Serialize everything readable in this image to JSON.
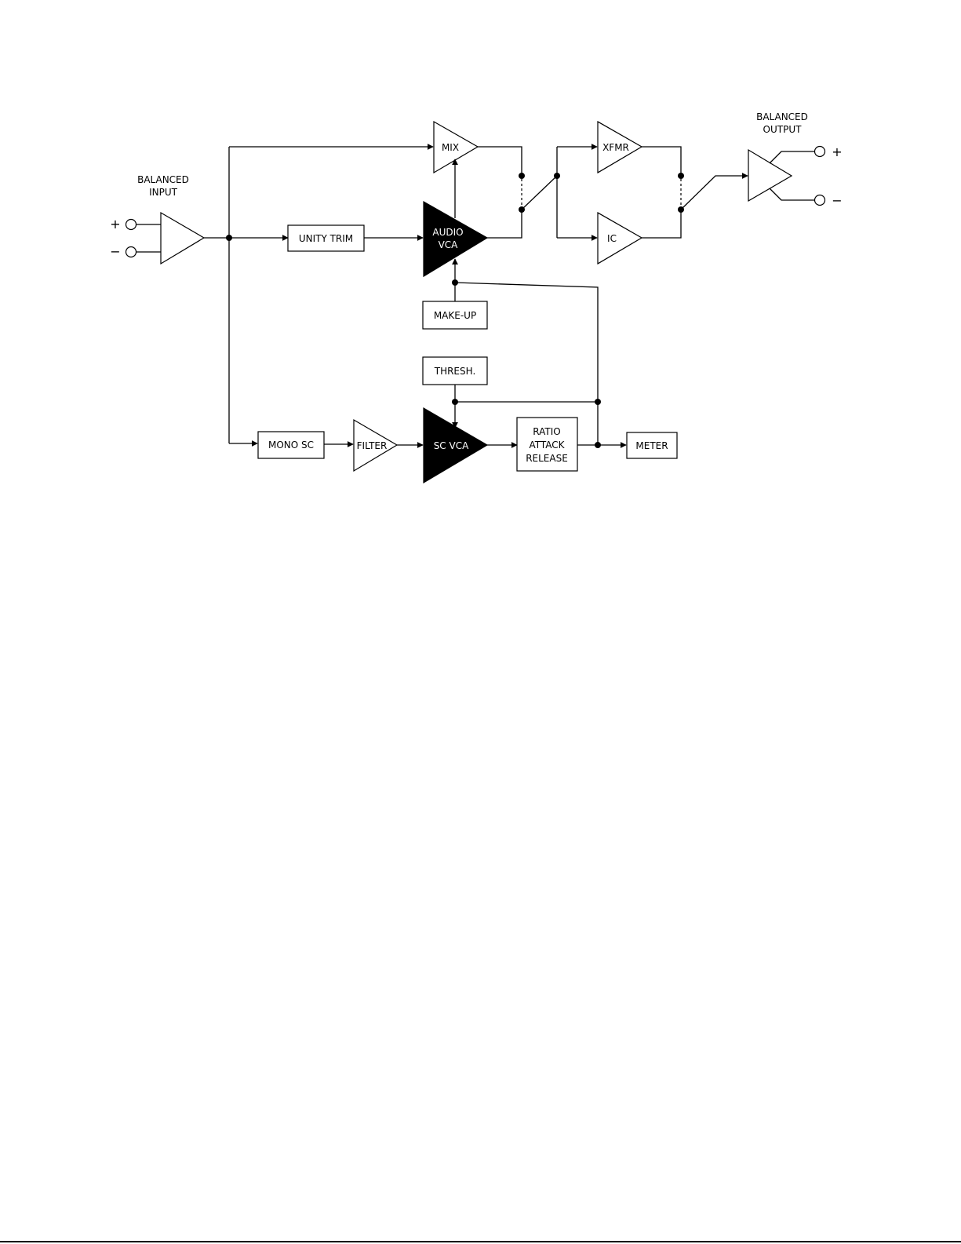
{
  "labels": {
    "balanced_input_line1": "BALANCED",
    "balanced_input_line2": "INPUT",
    "balanced_output_line1": "BALANCED",
    "balanced_output_line2": "OUTPUT",
    "input_plus": "+",
    "input_minus": "−",
    "output_plus": "+",
    "output_minus": "−"
  },
  "blocks": {
    "mix": "MIX",
    "audio_vca_line1": "AUDIO",
    "audio_vca_line2": "VCA",
    "unity_trim": "UNITY TRIM",
    "make_up": "MAKE-UP",
    "thresh": "THRESH.",
    "mono_sc": "MONO SC",
    "filter": "FILTER",
    "sc_vca": "SC VCA",
    "ratio_line1": "RATIO",
    "ratio_line2": "ATTACK",
    "ratio_line3": "RELEASE",
    "meter": "METER",
    "xfmr": "XFMR",
    "ic": "IC"
  }
}
